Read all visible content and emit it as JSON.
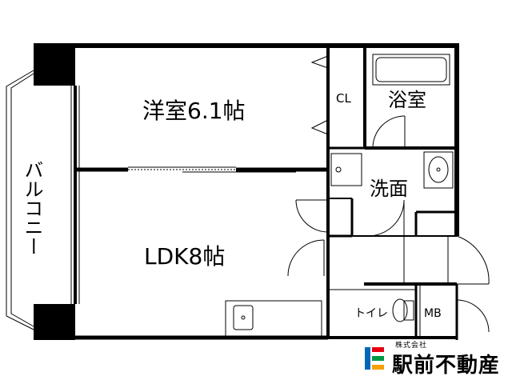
{
  "rooms": {
    "western_room": "洋室6.1帖",
    "ldk": "LDK8帖",
    "closet": "CL",
    "bathroom": "浴室",
    "washroom": "洗面",
    "toilet": "トイレ",
    "meter_box": "MB",
    "balcony": "バルコニー"
  },
  "company": {
    "small_text": "株式会社",
    "name": "駅前不動産"
  },
  "colors": {
    "wall": "#000000",
    "background": "#ffffff",
    "logo_red": "#e60012",
    "logo_green": "#009944",
    "logo_blue": "#0068b7",
    "logo_yellow": "#f5a200"
  }
}
